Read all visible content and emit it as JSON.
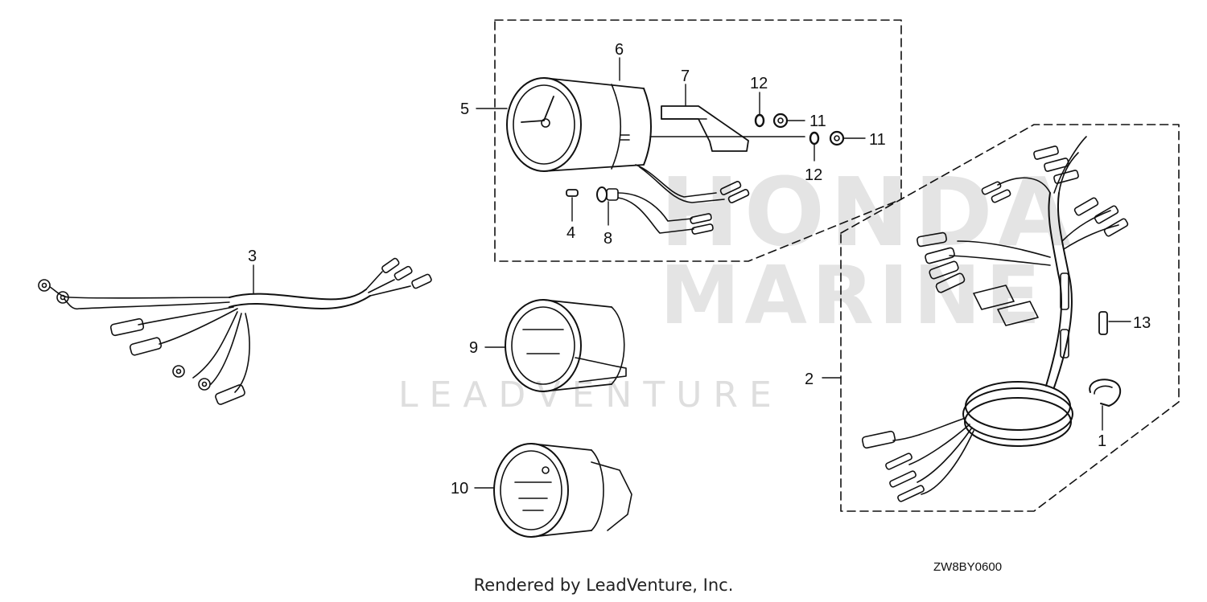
{
  "watermark": {
    "brand_line1": "HONDA",
    "brand_line2": "MARINE",
    "company": "LEADVENTURE"
  },
  "diagram_code": "ZW8BY0600",
  "credit": "Rendered by LeadVenture, Inc.",
  "callouts": [
    {
      "id": "c1",
      "label": "1"
    },
    {
      "id": "c2",
      "label": "2"
    },
    {
      "id": "c3",
      "label": "3"
    },
    {
      "id": "c4",
      "label": "4"
    },
    {
      "id": "c5",
      "label": "5"
    },
    {
      "id": "c6",
      "label": "6"
    },
    {
      "id": "c7",
      "label": "7"
    },
    {
      "id": "c8",
      "label": "8"
    },
    {
      "id": "c9",
      "label": "9"
    },
    {
      "id": "c10",
      "label": "10"
    },
    {
      "id": "c11a",
      "label": "11"
    },
    {
      "id": "c11b",
      "label": "11"
    },
    {
      "id": "c12a",
      "label": "12"
    },
    {
      "id": "c12b",
      "label": "12"
    },
    {
      "id": "c13",
      "label": "13"
    }
  ],
  "colors": {
    "line": "#111111",
    "watermark": "#e4e4e4"
  }
}
